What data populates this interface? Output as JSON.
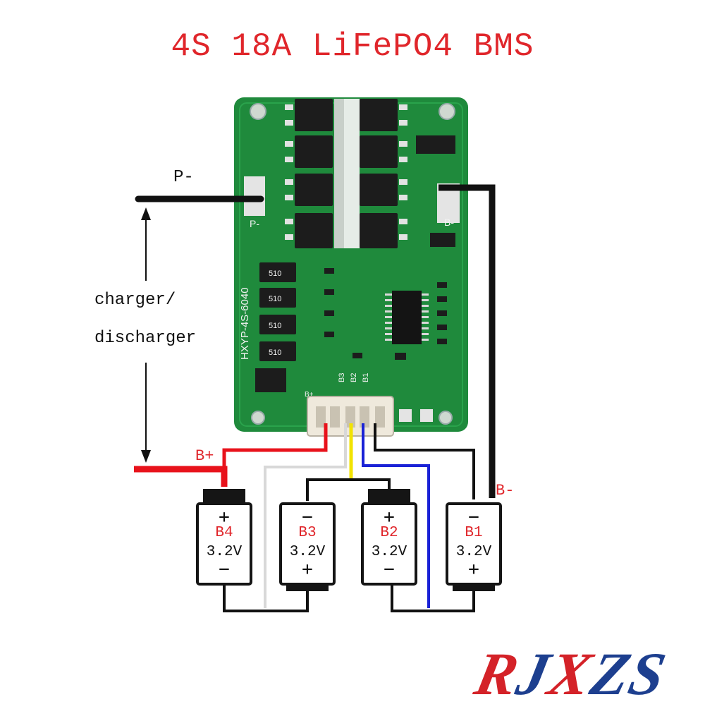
{
  "title": "4S 18A LiFePO4 BMS",
  "labels": {
    "p_minus": "P-",
    "b_plus": "B+",
    "b_minus": "B-",
    "charger_line1": "charger/",
    "charger_line2": "discharger",
    "board_p": "P-",
    "board_b": "B-",
    "board_bplus": "B+",
    "board_model": "HXYP-4S-6040"
  },
  "resistors": [
    "510",
    "510",
    "510",
    "510"
  ],
  "pins": [
    "B3",
    "B2",
    "B1"
  ],
  "batteries": [
    {
      "name": "B4",
      "voltage": "3.2V",
      "top": "+",
      "bottom": "−"
    },
    {
      "name": "B3",
      "voltage": "3.2V",
      "top": "−",
      "bottom": "+"
    },
    {
      "name": "B2",
      "voltage": "3.2V",
      "top": "+",
      "bottom": "−"
    },
    {
      "name": "B1",
      "voltage": "3.2V",
      "top": "−",
      "bottom": "+"
    }
  ],
  "logo": [
    "R",
    "J",
    "X",
    "Z",
    "S"
  ],
  "colors": {
    "title": "#e0262b",
    "pcb": "#1f8a3c",
    "wire_red": "#e8121b",
    "wire_black": "#111111",
    "wire_white": "#d8d8d8",
    "wire_yellow": "#f2e300",
    "wire_blue": "#1a22d6",
    "logo_red": "#d42228",
    "logo_blue": "#1d3f8f"
  }
}
